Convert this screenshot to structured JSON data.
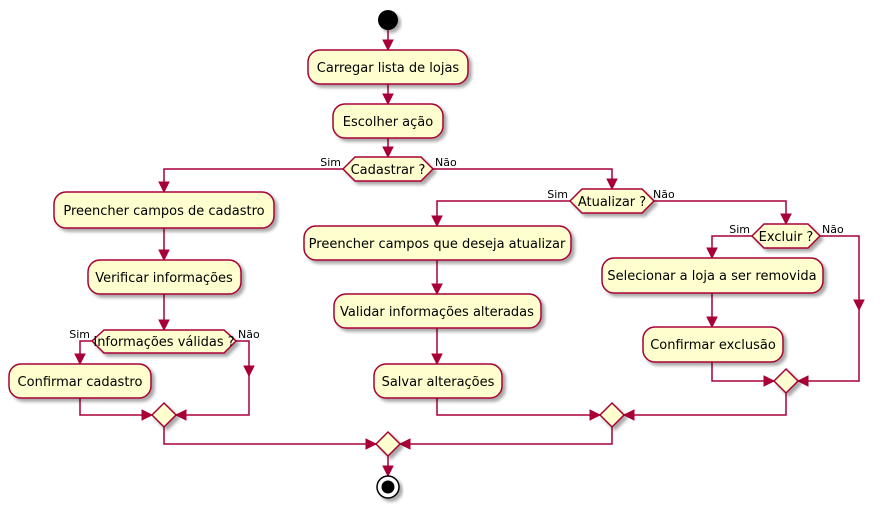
{
  "activities": {
    "load_stores": "Carregar lista de lojas",
    "choose_action": "Escolher ação",
    "fill_register": "Preencher campos de cadastro",
    "verify_info": "Verificar informações",
    "confirm_register": "Confirmar cadastro",
    "fill_update": "Preencher campos que deseja atualizar",
    "validate_changes": "Validar informações alteradas",
    "save_changes": "Salvar alterações",
    "select_store": "Selecionar a loja a ser removida",
    "confirm_delete": "Confirmar exclusão"
  },
  "decisions": {
    "register": "Cadastrar ?",
    "update": "Atualizar ?",
    "valid_info": "Informações válidas ?",
    "delete": "Excluir ?"
  },
  "branch_labels": {
    "yes": "Sim",
    "no": "Não"
  },
  "colors": {
    "node_fill": "#fefece",
    "stroke": "#a80036",
    "start": "#000000"
  }
}
